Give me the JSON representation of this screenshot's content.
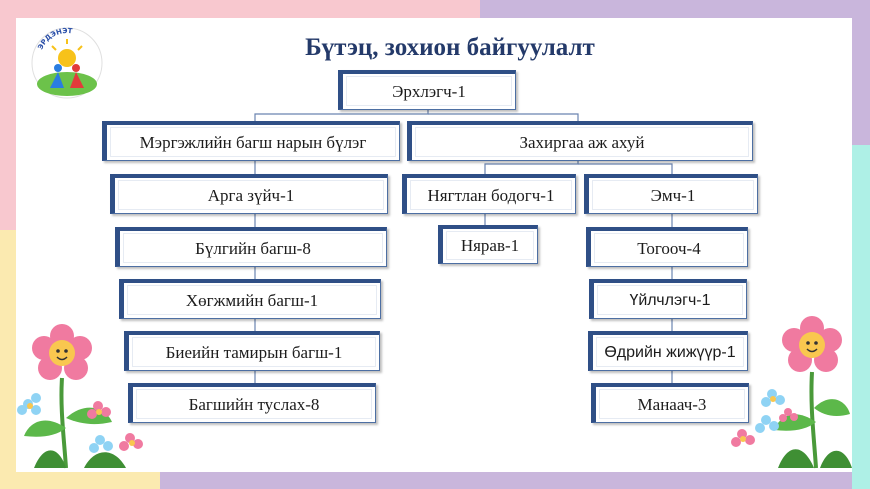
{
  "title": "Бүтэц, зохион байгуулалт",
  "logo_text": "ЭРДЭНЭТ",
  "nodes": {
    "head": "Эрхлэгч-1",
    "teachers_dept": "Мэргэжлийн багш нарын бүлэг",
    "admin": "Захиргаа аж ахуй",
    "methodist": "Арга зүйч-1",
    "group_teacher": "Бүлгийн багш-8",
    "music_teacher": "Хөгжмийн багш-1",
    "pe_teacher": "Биеийн тамирын багш-1",
    "assistant_teacher": "Багшийн туслах-8",
    "accountant": "Нягтлан бодогч-1",
    "cashier": "Нярав-1",
    "doctor": "Эмч-1",
    "cook": "Тогооч-4",
    "service_worker": "Үйлчлэгч-1",
    "day_guard": "Өдрийн жижүүр-1",
    "guard": "Манаач-3"
  },
  "colors": {
    "title": "#243a6a",
    "box_border": "#2f4f86",
    "connector": "#6a84b0"
  }
}
